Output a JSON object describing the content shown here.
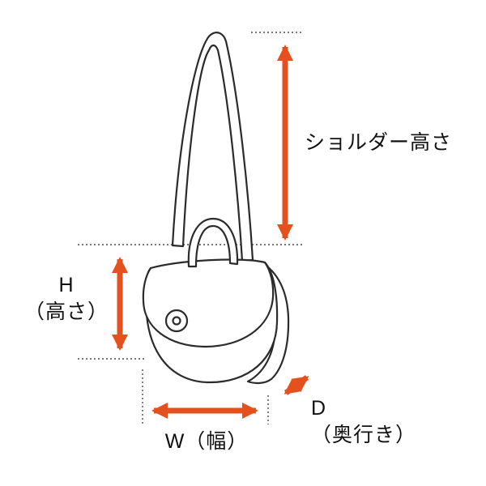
{
  "diagram": {
    "title": "bag-dimension-diagram",
    "labels": {
      "shoulder_height": "ショルダー高さ",
      "height_abbr": "H",
      "height_name": "（高さ）",
      "width": "W（幅）",
      "depth_abbr": "D",
      "depth_name": "（奥行き）"
    },
    "colors": {
      "arrow": "#e4511f",
      "line": "#2b2b2b",
      "guide": "#4a4a4a",
      "background": "#ffffff"
    }
  }
}
